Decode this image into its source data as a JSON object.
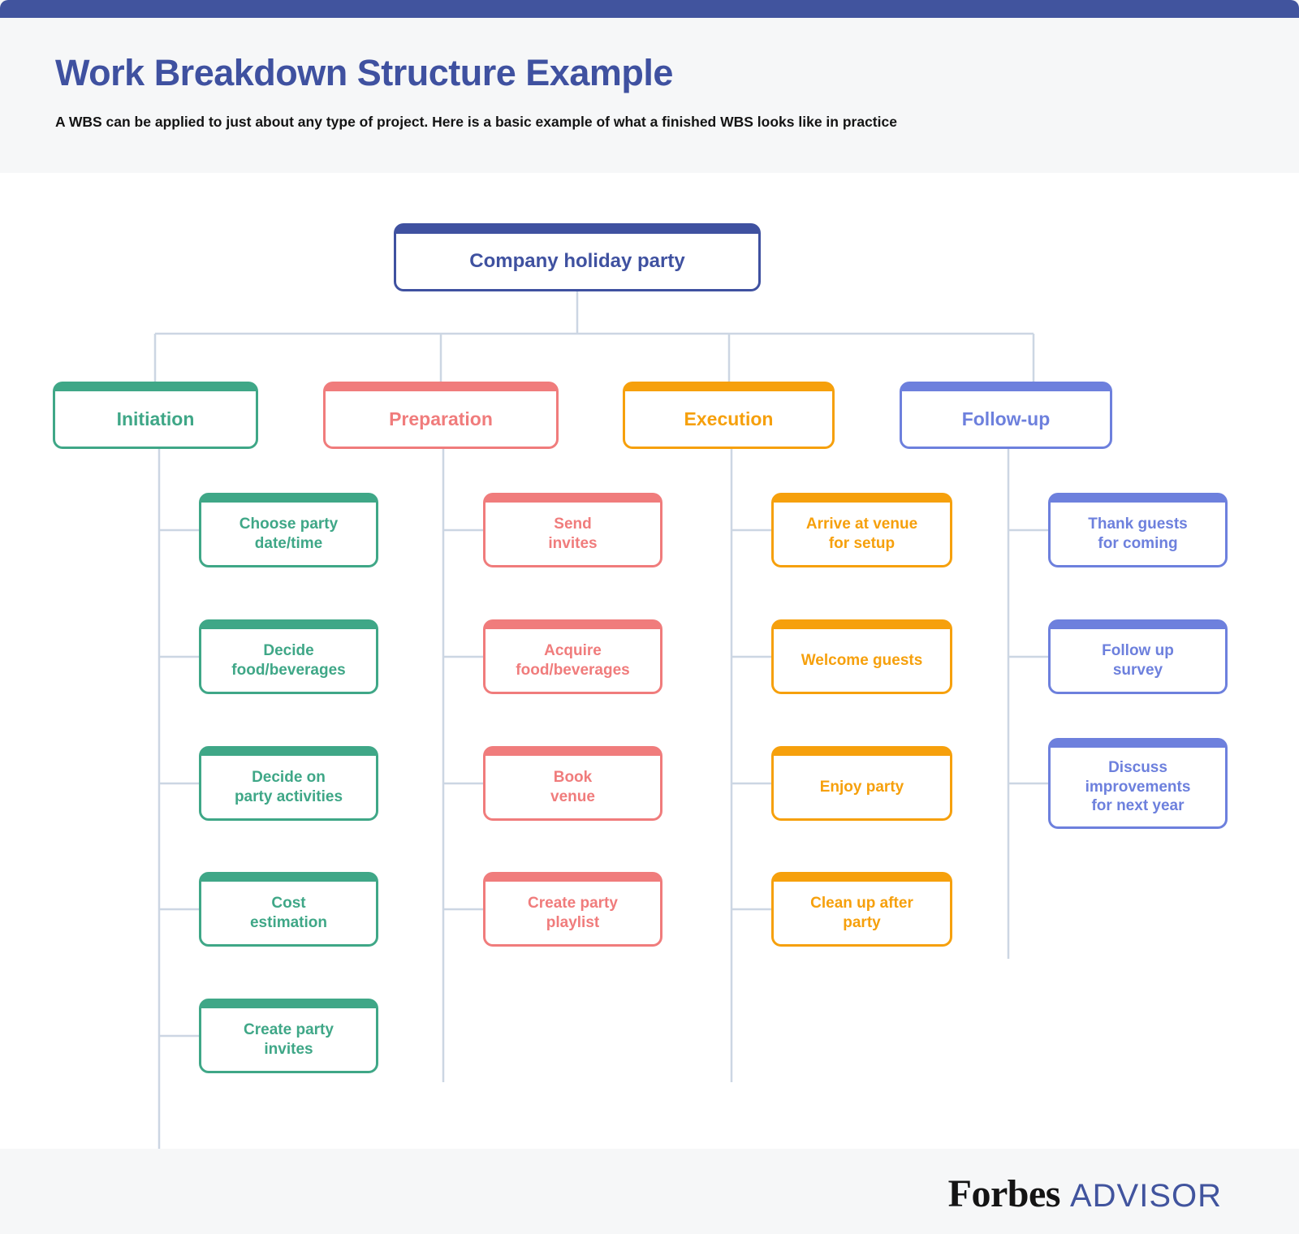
{
  "header": {
    "title": "Work Breakdown Structure Example",
    "subtitle": "A WBS can be applied to just about any type of project. Here is a basic example of what a finished WBS looks like in practice"
  },
  "footer": {
    "brand_primary": "Forbes",
    "brand_secondary": "ADVISOR"
  },
  "colors": {
    "accent_bar": "#41549e",
    "title": "#3f51a0",
    "root": "#3f51a0",
    "initiation": "#3fa787",
    "preparation": "#f07c7c",
    "execution": "#f6a00c",
    "followup": "#6d80dd",
    "connector": "#ccd6e3",
    "canvas": "#ffffff",
    "page_background": "#f6f7f8"
  },
  "chart_data": {
    "type": "diagram",
    "diagram_type": "work-breakdown-structure",
    "title": "Work Breakdown Structure Example",
    "root": {
      "label": "Company holiday party",
      "color": "#3f51a0"
    },
    "branches": [
      {
        "label": "Initiation",
        "color": "#3fa787",
        "children": [
          "Choose party\ndate/time",
          "Decide\nfood/beverages",
          "Decide on\nparty activities",
          "Cost\nestimation",
          "Create party\ninvites"
        ]
      },
      {
        "label": "Preparation",
        "color": "#f07c7c",
        "children": [
          "Send\ninvites",
          "Acquire\nfood/beverages",
          "Book\nvenue",
          "Create party\nplaylist"
        ]
      },
      {
        "label": "Execution",
        "color": "#f6a00c",
        "children": [
          "Arrive at venue\nfor setup",
          "Welcome guests",
          "Enjoy party",
          "Clean up after\nparty"
        ]
      },
      {
        "label": "Follow-up",
        "color": "#6d80dd",
        "children": [
          "Thank guests\nfor coming",
          "Follow up\nsurvey",
          "Discuss\nimprovements\nfor next year"
        ]
      }
    ]
  }
}
